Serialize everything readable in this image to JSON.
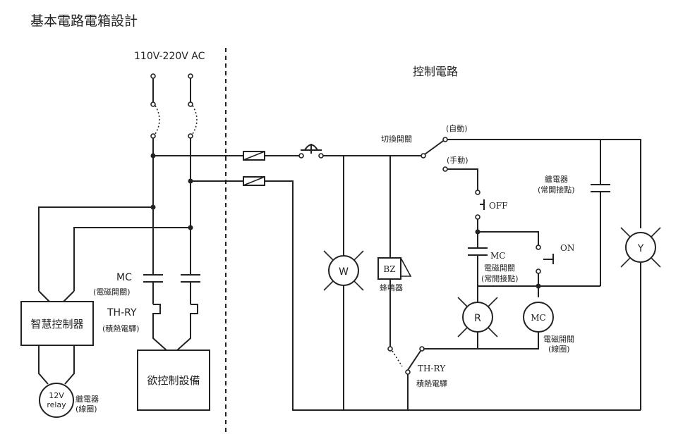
{
  "title": "基本電路電箱設計",
  "power": {
    "supply_label": "110V-220V AC"
  },
  "control_section": {
    "title": "控制電路"
  },
  "left_section": {
    "mc_label": "MC",
    "mc_sub": "(電磁開關)",
    "thry_label": "TH-RY",
    "thry_sub": "(積熱電驛)",
    "smart_controller": "智慧控制器",
    "device": "欲控制設備",
    "relay_text": "12V",
    "relay_text2": "relay",
    "relay_label": "繼電器",
    "relay_sub": "(線圈)"
  },
  "control_circuit": {
    "switch_label": "切換開關",
    "auto": "(自動)",
    "manual": "(手動)",
    "off": "OFF",
    "on": "ON",
    "mc_label": "MC",
    "mc_sub1": "電磁開關",
    "mc_sub2": "(常開接點)",
    "relay_label": "繼電器",
    "relay_sub": "(常開接點)",
    "w_lamp": "W",
    "buzzer": "BZ",
    "buzzer_label": "蜂鳴器",
    "r_lamp": "R",
    "mc_coil": "MC",
    "mc_coil_label": "電磁開關",
    "mc_coil_sub": "(線圈)",
    "y_lamp": "Y",
    "thry": "TH-RY",
    "thry_label": "積熱電驛"
  }
}
